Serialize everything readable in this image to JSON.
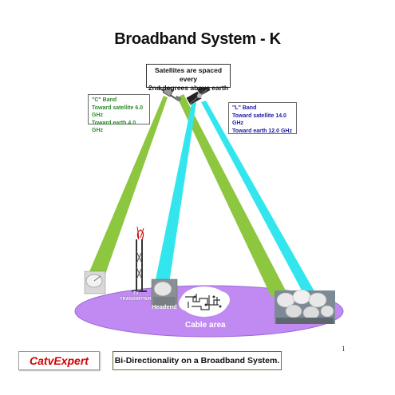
{
  "title": "Broadband System - K",
  "satellite_note": {
    "line1": "Satellites are spaced every",
    "line2": "2nd degrees above earth"
  },
  "c_band": {
    "name": "\"C\" Band",
    "uplink": "Toward satellite 6.0 GHz",
    "downlink": "Toward earth 4.0 GHz",
    "color": "#8dc63f"
  },
  "l_band": {
    "name": "\"L\" Band",
    "uplink": "Toward satellite 14.0 GHz",
    "downlink": "Toward earth 12.0 GHz",
    "color": "#33e6ee"
  },
  "earth": {
    "tv_transmitter_line1": "TV",
    "tv_transmitter_line2": "TRANSMITTER",
    "headend": "Headend",
    "cable_area": "Cable area",
    "ground_color": "#c08af2"
  },
  "footer": {
    "brand": "CatvExpert",
    "caption": "Bi-Directionality on a Broadband System.",
    "page_number": "1"
  }
}
